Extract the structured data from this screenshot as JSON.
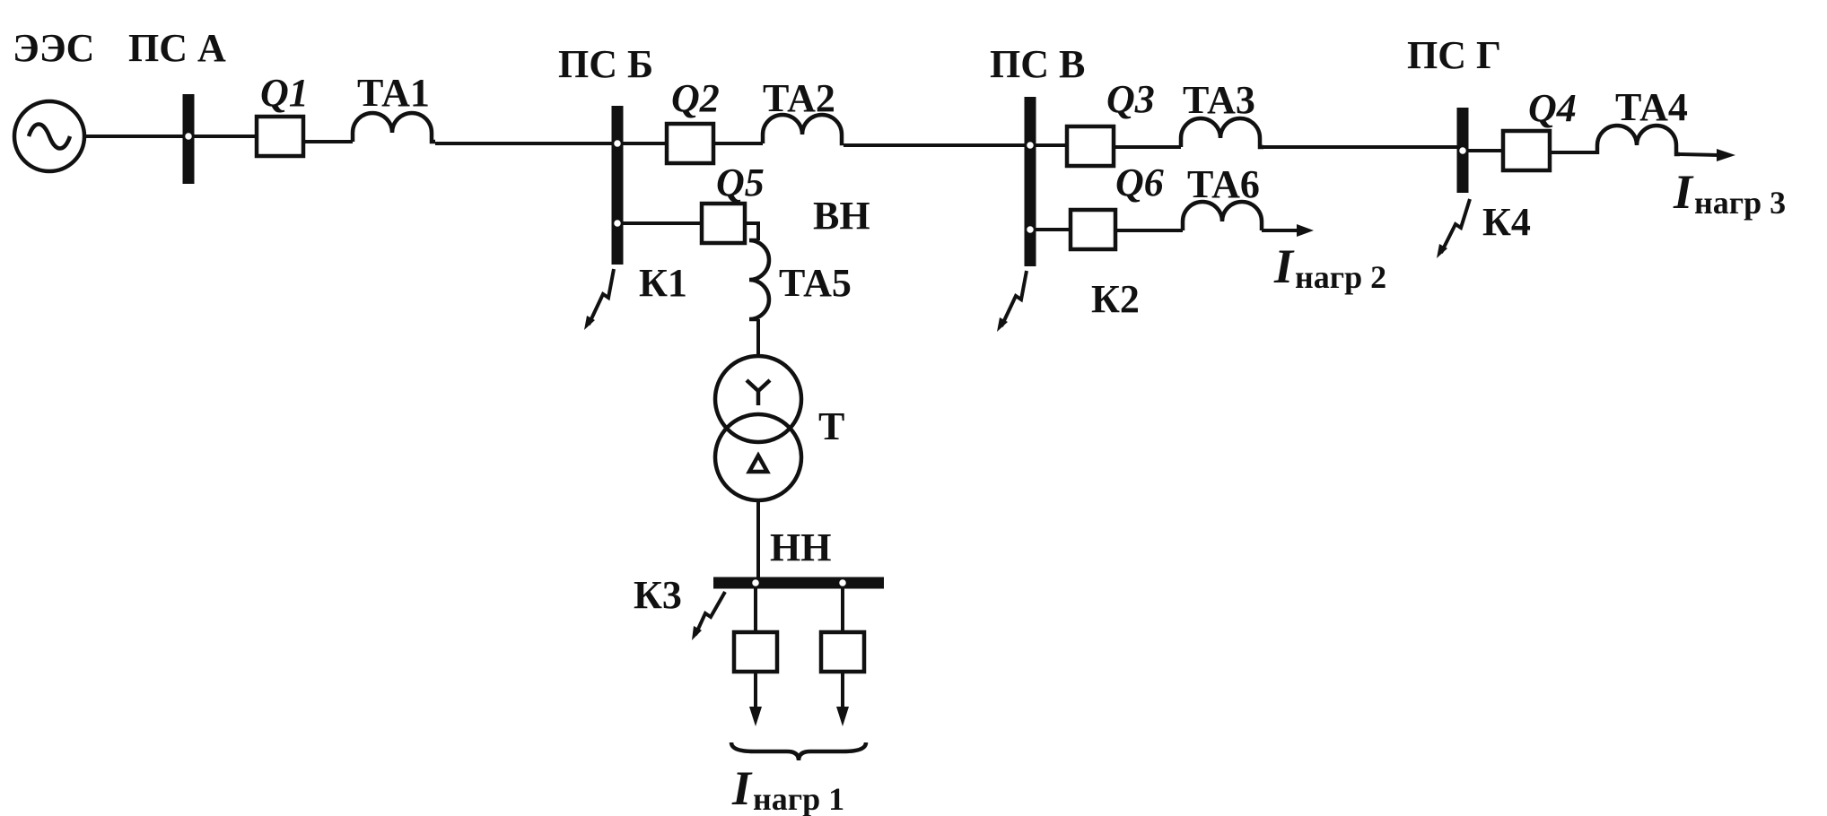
{
  "title": "",
  "labels": {
    "ees": "ЭЭС",
    "ps_a": "ПС А",
    "ps_b": "ПС Б",
    "ps_v": "ПС В",
    "ps_g": "ПС Г",
    "q1": "Q1",
    "q2": "Q2",
    "q3": "Q3",
    "q4": "Q4",
    "q5": "Q5",
    "q6": "Q6",
    "ta1": "ТА1",
    "ta2": "ТА2",
    "ta3": "ТА3",
    "ta4": "ТА4",
    "ta5": "ТА5",
    "ta6": "ТА6",
    "vn": "ВН",
    "nn": "НН",
    "t": "Т",
    "k1": "К1",
    "k2": "К2",
    "k3": "К3",
    "k4": "К4"
  },
  "loads": {
    "symbol": "I",
    "load1_sub": "нагр 1",
    "load2_sub": "нагр 2",
    "load3_sub": "нагр 3"
  },
  "icons": {
    "generator": "generator-sine-icon",
    "transformer_hv": "wye-winding-icon",
    "transformer_lv": "delta-winding-icon",
    "fault": "lightning-fault-icon"
  }
}
